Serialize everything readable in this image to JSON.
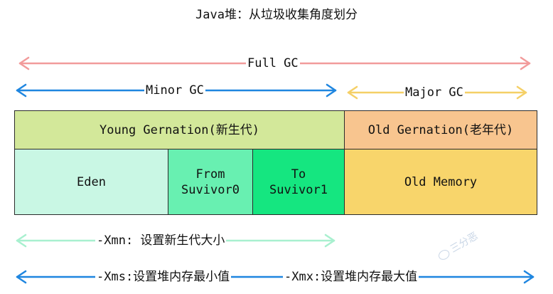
{
  "title": "Java堆：从垃圾收集角度划分",
  "arrows": {
    "full_gc": "Full GC",
    "minor_gc": "Minor GC",
    "major_gc": "Major GC",
    "xmn": "-Xmn: 设置新生代大小",
    "xms": "-Xms:设置堆内存最小值",
    "xmx": "-Xmx:设置堆内存最大值"
  },
  "regions": {
    "young": "Young Gernation(新生代)",
    "old": "Old Gernation(老年代)",
    "eden": "Eden",
    "from_line1": "From",
    "from_line2": "Suvivor0",
    "to_line1": "To",
    "to_line2": "Suvivor1",
    "old_memory": "Old Memory"
  },
  "watermark": "三分恶",
  "colors": {
    "full_gc_arrow": "#f29b9b",
    "minor_gc_arrow": "#1f86e0",
    "major_gc_arrow": "#f5d067",
    "xmn_arrow": "#a8f0cf",
    "xms_arrow": "#1f86e0",
    "young_header": "#d3e89a",
    "old_header": "#f8c58f",
    "eden": "#c9f7e4",
    "from_survivor": "#68f0b1",
    "to_survivor": "#15e680",
    "old_memory": "#f8d56b"
  }
}
